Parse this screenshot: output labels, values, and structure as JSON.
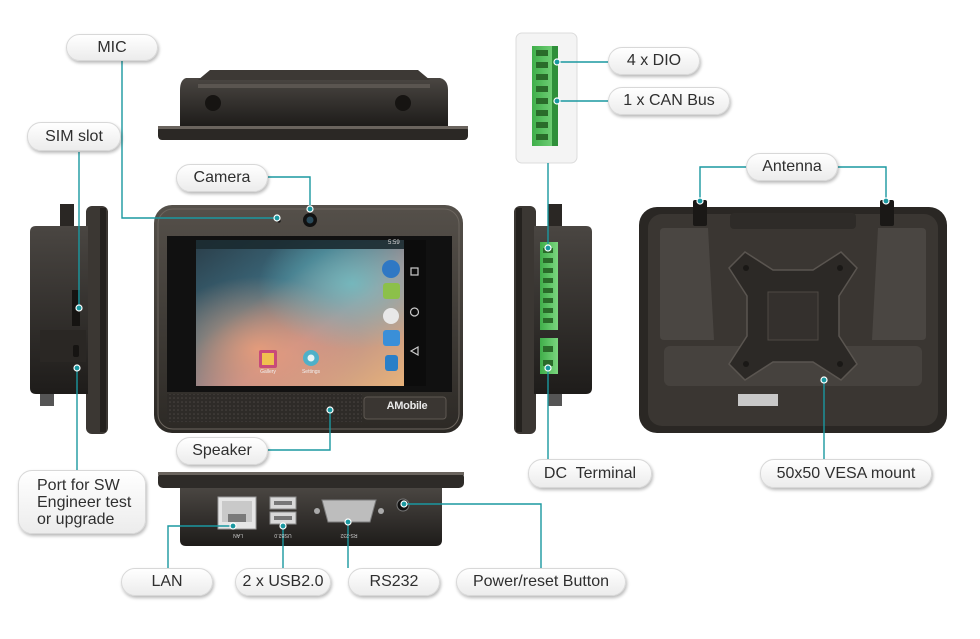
{
  "callouts": {
    "mic": "MIC",
    "sim_slot": "SIM slot",
    "camera": "Camera",
    "speaker": "Speaker",
    "port_sw": [
      "Port for SW",
      "Engineer test",
      "or upgrade"
    ],
    "dio": "4 x DIO",
    "can_bus": "1 x CAN Bus",
    "antenna": "Antenna",
    "dc_terminal": "DC  Terminal",
    "vesa": "50x50 VESA mount",
    "lan": "LAN",
    "usb": "2 x USB2.0",
    "rs232": "RS232",
    "power_reset": "Power/reset Button"
  },
  "device": {
    "brand": "AMobile",
    "status_time": "5:59",
    "app_gallery": "Gallery",
    "app_settings": "Settings",
    "port_lan": "LAN",
    "port_usb": "USB2.0",
    "port_rs232": "RS-232"
  },
  "colors": {
    "accent": "#1a98a0",
    "bezel": "#3a3632",
    "terminal_green": "#5cc05c"
  }
}
